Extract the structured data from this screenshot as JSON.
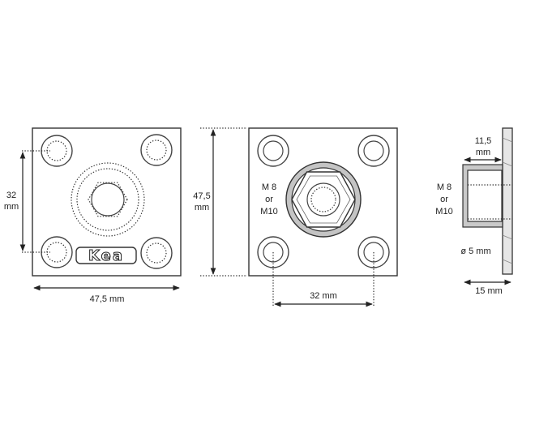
{
  "views": {
    "front": {
      "dim_vertical_value": "32",
      "dim_vertical_unit": "mm",
      "dim_horizontal": "47,5 mm",
      "logo_text": "Kea"
    },
    "back": {
      "dim_vertical_value": "47,5",
      "dim_vertical_unit": "mm",
      "thread_line1": "M 8",
      "thread_line2": "or",
      "thread_line3": "M10",
      "dim_horizontal": "32 mm"
    },
    "side": {
      "dim_top_value": "11,5",
      "dim_top_unit": "mm",
      "thread_line1": "M 8",
      "thread_line2": "or",
      "thread_line3": "M10",
      "diameter_label": "ø 5 mm",
      "dim_bottom": "15 mm"
    }
  }
}
